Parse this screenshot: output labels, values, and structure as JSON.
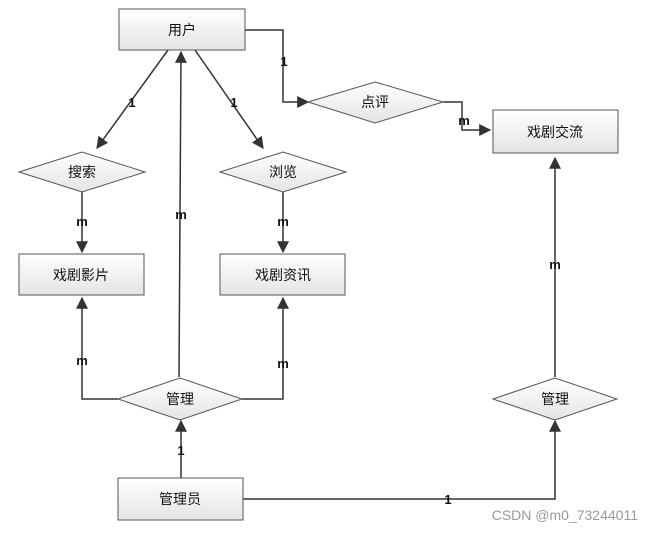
{
  "entities": {
    "user": "用户",
    "drama_exchange": "戏剧交流",
    "drama_film": "戏剧影片",
    "drama_news": "戏剧资讯",
    "admin": "管理员"
  },
  "relations": {
    "review": "点评",
    "search": "搜索",
    "browse": "浏览",
    "manage_left": "管理",
    "manage_right": "管理"
  },
  "cardinalities": {
    "user_review": "1",
    "review_exchange": "m",
    "user_search": "1",
    "user_browse": "1",
    "search_film": "m",
    "browse_news": "m",
    "manage_user": "m",
    "manage_film": "m",
    "manage_news": "m",
    "admin_manage_left": "1",
    "admin_manage_right": "1",
    "manage_exchange": "m"
  },
  "watermark": "CSDN @m0_73244011",
  "colors": {
    "box_fill_top": "#ffffff",
    "box_fill_bottom": "#e6e6e6",
    "stroke": "#555555",
    "edge": "#333333"
  }
}
